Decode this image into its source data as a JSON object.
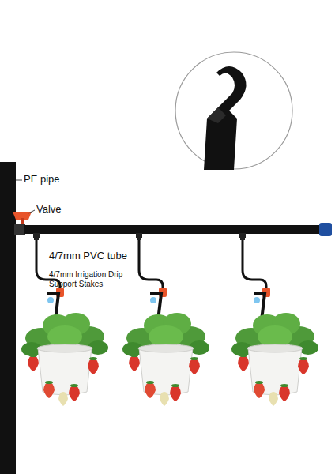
{
  "diagram": {
    "labels": [
      "PE pipe",
      "Valve",
      "4/7mm PVC tube",
      "4/7mm Irrigation Drip Support Stakes"
    ]
  }
}
